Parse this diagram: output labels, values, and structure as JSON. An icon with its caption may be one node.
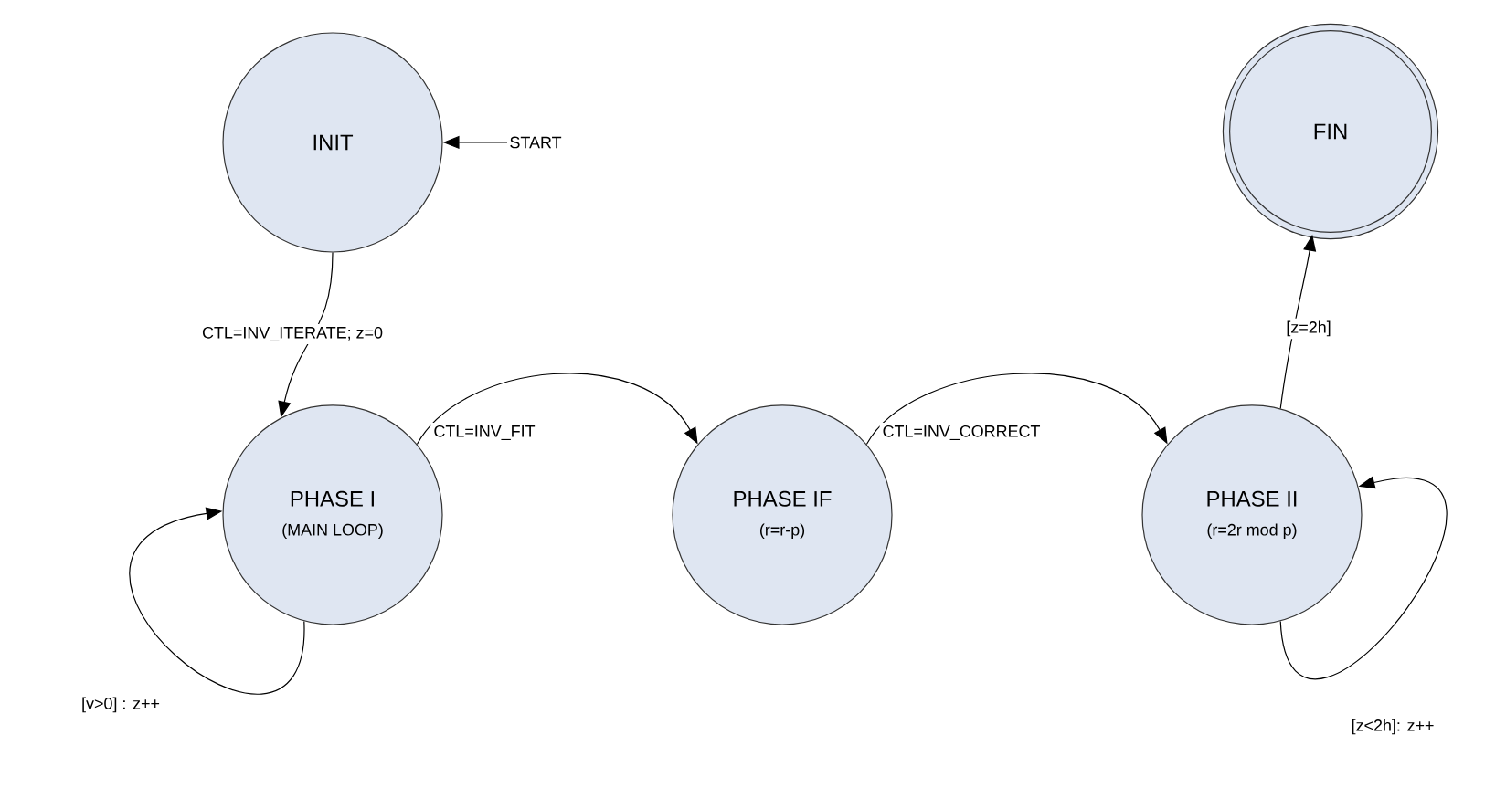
{
  "diagram": {
    "nodes": [
      {
        "text": [
          "INIT"
        ]
      },
      {
        "text": [
          "START"
        ]
      },
      {
        "text": [
          "FIN"
        ]
      },
      {
        "text": [
          "PHASE I",
          "(MAIN LOOP)"
        ]
      },
      {
        "text": [
          "PHASE IF",
          "(r=r-p)"
        ]
      },
      {
        "text": [
          "PHASE II",
          "(r=2r mod p)"
        ]
      }
    ],
    "edges": [
      {
        "from": 1,
        "to": 0,
        "arrow": "to"
      },
      {
        "from": 0,
        "to": 3,
        "arrow": "to",
        "label": "CTL=INV_ITERATE; z=0"
      },
      {
        "from": 3,
        "to": 4,
        "arrow": "to",
        "label": "CTL=INV_FIT"
      },
      {
        "from": 4,
        "to": 5,
        "arrow": "to",
        "label": "CTL=INV_CORRECT"
      },
      {
        "from": 5,
        "to": 2,
        "arrow": "to",
        "label": "[z=2h]"
      },
      {
        "from": 3,
        "to": 3,
        "arrow": "to",
        "label": "[v>0] : z++"
      },
      {
        "from": 5,
        "to": 5,
        "arrow": "to",
        "label": "[z<2h]: z++"
      }
    ]
  }
}
